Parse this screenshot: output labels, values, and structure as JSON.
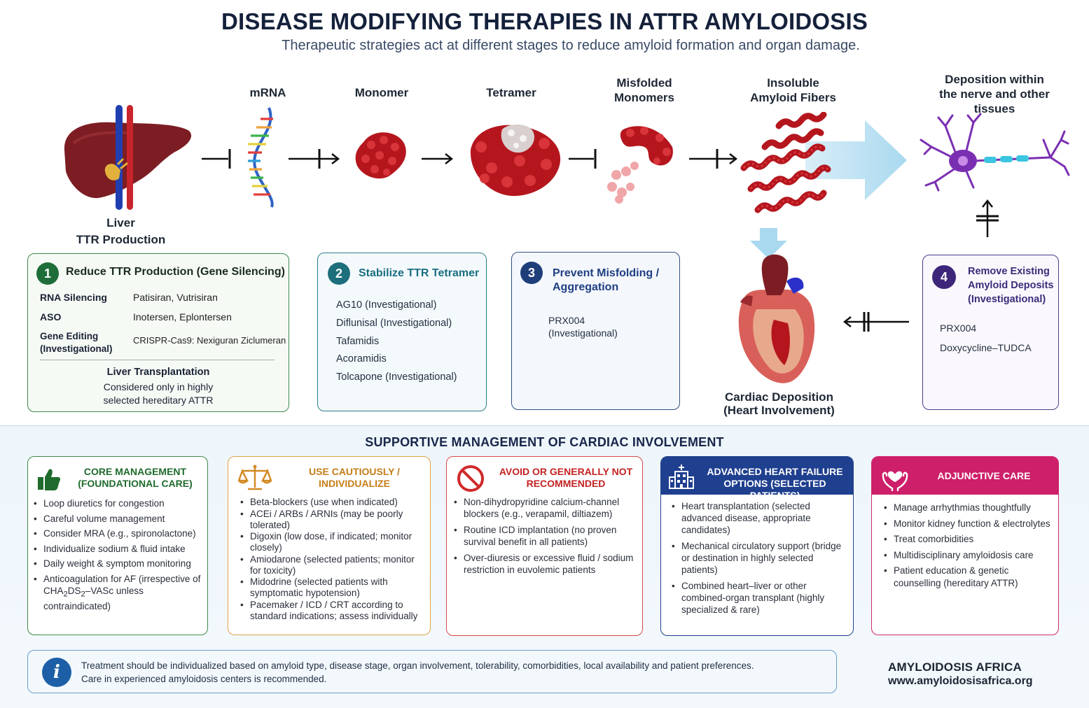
{
  "header": {
    "title": "DISEASE MODIFYING THERAPIES IN ATTR AMYLOIDOSIS",
    "subtitle": "Therapeutic strategies act at different stages to reduce amyloid formation and organ damage."
  },
  "pathway": {
    "liver": [
      "Liver",
      "TTR Production"
    ],
    "mrna": "mRNA",
    "monomer": "Monomer",
    "tetramer": "Tetramer",
    "misfolded": [
      "Misfolded",
      "Monomers"
    ],
    "fibers": [
      "Insoluble",
      "Amyloid Fibers"
    ],
    "deposition": [
      "Deposition within",
      "the nerve and other",
      "tissues"
    ],
    "cardiac": [
      "Cardiac Deposition",
      "(Heart Involvement)"
    ]
  },
  "therapy_boxes": {
    "box1": {
      "number": "1",
      "title": "Reduce TTR Production (Gene Silencing)",
      "rows": [
        {
          "category": "RNA Silencing",
          "drugs": "Patisiran, Vutrisiran"
        },
        {
          "category": "ASO",
          "drugs": "Inotersen, Eplontersen"
        },
        {
          "category": "Gene Editing (Investigational)",
          "drugs": "CRISPR-Cas9: Nexiguran Ziclumeran"
        }
      ],
      "transplant_title": "Liver Transplantation",
      "transplant_desc_1": "Considered only in highly",
      "transplant_desc_2": "selected hereditary ATTR"
    },
    "box2": {
      "number": "2",
      "title": "Stabilize TTR Tetramer",
      "items": [
        "AG10 (Investigational)",
        "Diflunisal (Investigational)",
        "Tafamidis",
        "Acoramidis",
        "Tolcapone (Investigational)"
      ]
    },
    "box3": {
      "number": "3",
      "title_1": "Prevent Misfolding /",
      "title_2": "Aggregation",
      "item_1": "PRX004",
      "item_2": "(Investigational)"
    },
    "box4": {
      "number": "4",
      "title_1": "Remove Existing",
      "title_2": "Amyloid Deposits",
      "title_3": "(Investigational)",
      "items": [
        "PRX004",
        "Doxycycline–TUDCA"
      ]
    }
  },
  "supportive": {
    "title": "SUPPORTIVE MANAGEMENT OF CARDIAC INVOLVEMENT",
    "cards": [
      {
        "title_1": "CORE MANAGEMENT",
        "title_2": "(FOUNDATIONAL CARE)",
        "icon": "thumbs-up-icon",
        "items": [
          "Loop diuretics for congestion",
          "Careful volume management",
          "Consider MRA (e.g., spironolactone)",
          "Individualize sodium & fluid intake",
          "Daily weight & symptom monitoring"
        ],
        "last_item_pre": "Anticoagulation for AF (irrespective of CHA",
        "last_item_sub1": "2",
        "last_item_mid": "DS",
        "last_item_sub2": "2",
        "last_item_post": "–VASc unless contraindicated)"
      },
      {
        "title_1": "USE CAUTIOUSLY /",
        "title_2": "INDIVIDUALIZE",
        "icon": "scales-icon",
        "items": [
          "Beta-blockers (use when indicated)",
          "ACEi / ARBs / ARNIs (may be poorly tolerated)",
          "Digoxin (low dose, if indicated; monitor closely)",
          "Amiodarone (selected patients; monitor for toxicity)",
          "Midodrine (selected patients with symptomatic hypotension)",
          "Pacemaker / ICD / CRT according to standard indications; assess individually"
        ]
      },
      {
        "title_1": "AVOID OR GENERALLY NOT",
        "title_2": "RECOMMENDED",
        "icon": "prohibited-icon",
        "items": [
          "Non-dihydropyridine calcium-channel blockers (e.g., verapamil, diltiazem)",
          "Routine ICD implantation (no proven survival benefit in all patients)",
          "Over-diuresis or excessive fluid / sodium restriction in euvolemic patients"
        ]
      },
      {
        "title_1": "ADVANCED HEART FAILURE",
        "title_2": "OPTIONS (SELECTED PATIENTS)",
        "icon": "hospital-icon",
        "items": [
          "Heart transplantation (selected advanced disease, appropriate candidates)",
          "Mechanical circulatory support (bridge or destination in highly selected patients)",
          "Combined heart–liver or other combined-organ transplant (highly specialized & rare)"
        ]
      },
      {
        "title_1": "ADJUNCTIVE CARE",
        "title_2": "",
        "icon": "heart-hands-icon",
        "items": [
          "Manage arrhythmias thoughtfully",
          "Monitor kidney function & electrolytes",
          "Treat comorbidities",
          "Multidisciplinary amyloidosis care",
          "Patient education & genetic counselling (hereditary ATTR)"
        ]
      }
    ]
  },
  "footer": {
    "info_icon": "i",
    "note_1": "Treatment should be individualized based on amyloid type, disease stage, organ involvement, tolerability, comorbidities, local availability and patient preferences.",
    "note_2": "Care in experienced amyloidosis centers is recommended.",
    "org_name": "AMYLOIDOSIS AFRICA",
    "org_url": "www.amyloidosisafrica.org"
  }
}
